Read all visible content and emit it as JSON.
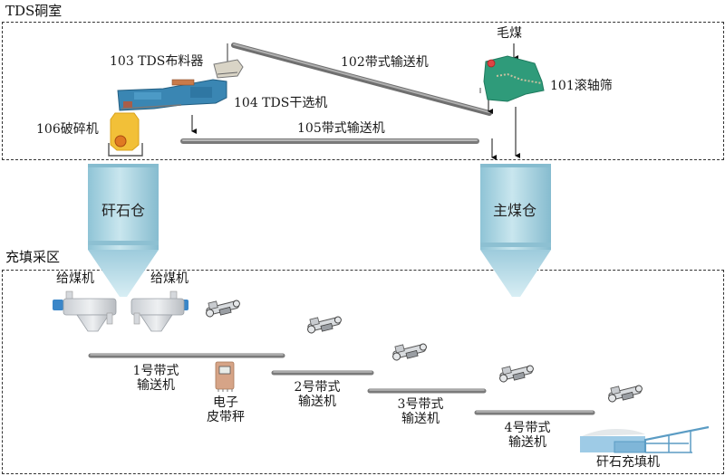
{
  "regions": {
    "tds_chamber": "TDS硐室",
    "filling_area": "充填采区"
  },
  "equipment": {
    "raw_coal": "毛煤",
    "roller_screen": "101滚轴筛",
    "conveyor_102": "102带式输送机",
    "distributor_103": "103 TDS布料器",
    "separator_104": "104 TDS干选机",
    "conveyor_105": "105带式输送机",
    "crusher_106": "106破碎机",
    "gangue_bin": "矸石仓",
    "main_coal_bin": "主煤仓",
    "feeder_1": "给煤机",
    "feeder_2": "给煤机",
    "conveyor_1_line1": "1号带式",
    "conveyor_1_line2": "输送机",
    "conveyor_2_line1": "2号带式",
    "conveyor_2_line2": "输送机",
    "conveyor_3_line1": "3号带式",
    "conveyor_3_line2": "输送机",
    "conveyor_4_line1": "4号带式",
    "conveyor_4_line2": "输送机",
    "belt_scale_line1": "电子",
    "belt_scale_line2": "皮带秤",
    "gangue_filler": "矸石充填机"
  },
  "colors": {
    "bin": "#a9d3e0",
    "conveyor": "#8a8a8a",
    "screen": "#2e9a78",
    "separator": "#3f86b5",
    "crusher": "#f2c038",
    "scale": "#d6a487",
    "filler": "#8fc3e2",
    "feeder_motor": "#3a86c8"
  }
}
